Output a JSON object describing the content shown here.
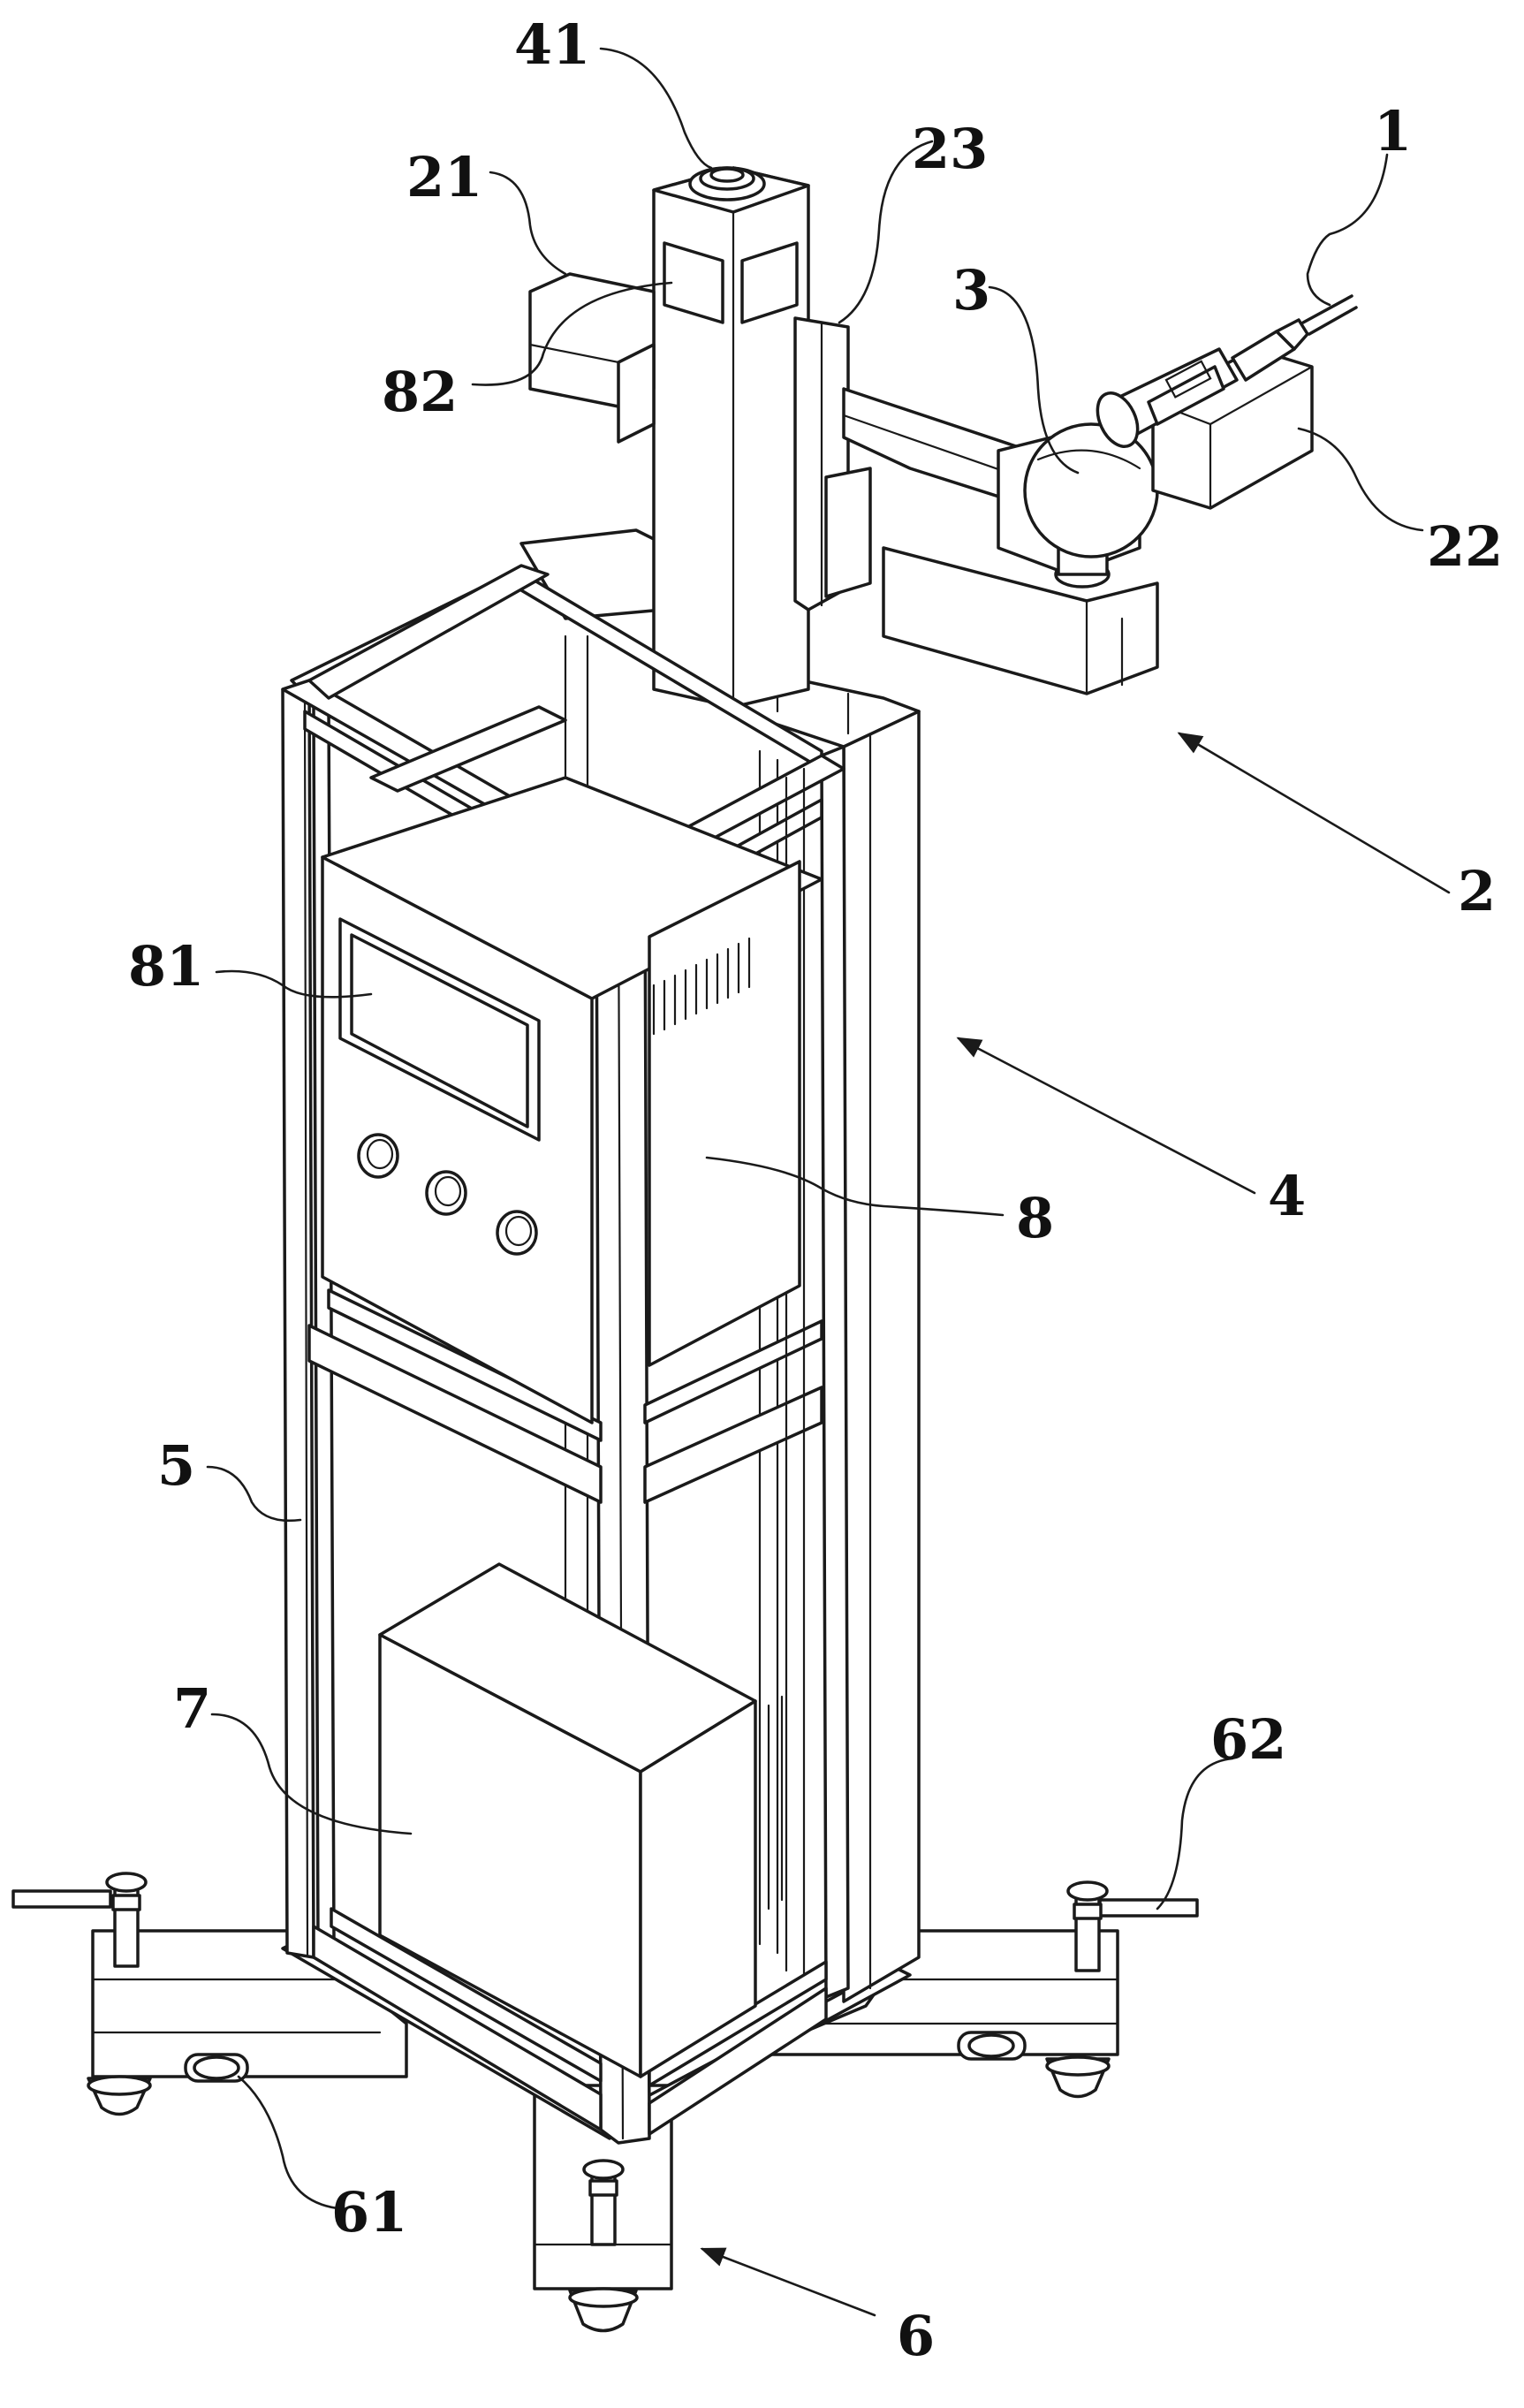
{
  "labels": {
    "l41": "41",
    "l21": "21",
    "l23": "23",
    "l1": "1",
    "l3": "3",
    "l82": "82",
    "l22": "22",
    "l2": "2",
    "l81": "81",
    "l4": "4",
    "l8": "8",
    "l5": "5",
    "l7": "7",
    "l62": "62",
    "l61": "61",
    "l6": "6"
  },
  "colors": {
    "line": "#1a1a1a",
    "background": "#ffffff"
  }
}
